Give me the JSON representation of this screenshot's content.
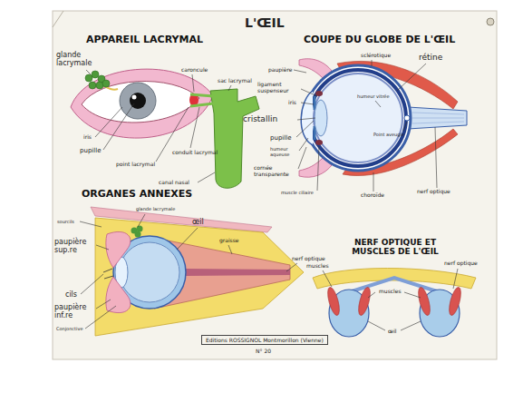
{
  "diagram": {
    "title": "L'ŒIL",
    "nodes": [
      {
        "text": [
          "Editions ROSSIGNOL Montmorillon (Vienne)"
        ]
      }
    ],
    "labels": [
      "APPAREIL LACRYMAL",
      "COUPE DU GLOBE DE L'ŒIL",
      "glande lacrymale",
      "caroncule",
      "sac lacrymal",
      "iris",
      "pupille",
      "conduit lacrymal",
      "point lacrymal",
      "canal nasal",
      "sclérotique",
      "paupière",
      "rétine",
      "ligament suspenseur",
      "iris",
      "cristallin",
      "humeur vitrée",
      "pupille",
      "Point aveugle",
      "humeur aqueuse",
      "cornée transparente",
      "muscle ciliaire",
      "choroïde",
      "nerf optique",
      "ORGANES ANNEXES",
      "sourcils",
      "glande lacrymale",
      "œil",
      "paupière sup.re",
      "graisse",
      "nerf optique",
      "cils",
      "paupière inf.re",
      "Conjonctive",
      "NERF OPTIQUE ET MUSCLES DE L'ŒIL",
      "muscles",
      "nerf optique",
      "muscles",
      "œil",
      "N° 20"
    ]
  }
}
